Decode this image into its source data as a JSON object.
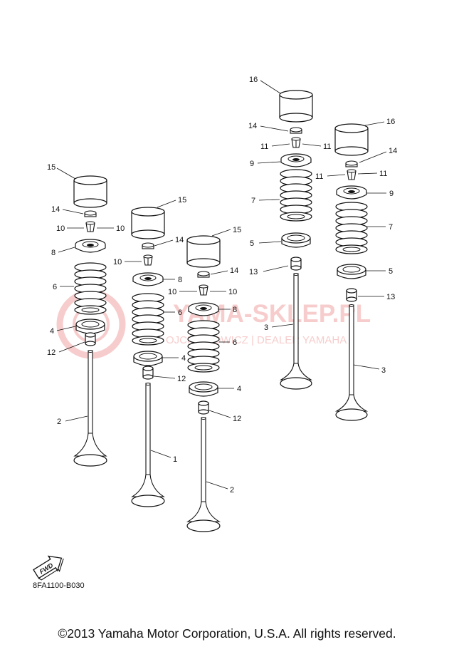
{
  "watermark": {
    "line1": "YAMA-SKLEP.PL",
    "line2": "OJCIECHOWICZ | DEALER YAMAHA",
    "color": "#f2a4a4"
  },
  "badge": {
    "text": "FWD"
  },
  "diagram_code": "8FA1100-B030",
  "copyright": "©2013 Yamaha Motor Corporation, U.S.A. All rights reserved.",
  "callouts": {
    "c1_15": "15",
    "c1_14": "14",
    "c1_10a": "10",
    "c1_10b": "10",
    "c1_8": "8",
    "c1_6": "6",
    "c1_4": "4",
    "c1_12": "12",
    "c1_2": "2",
    "c2_15": "15",
    "c2_14": "14",
    "c2_10": "10",
    "c2_8": "8",
    "c2_6": "6",
    "c2_4": "4",
    "c2_12": "12",
    "c2_1": "1",
    "c3_15": "15",
    "c3_14": "14",
    "c3_10a": "10",
    "c3_10b": "10",
    "c3_8": "8",
    "c3_6": "6",
    "c3_4": "4",
    "c3_12": "12",
    "c3_2": "2",
    "c4_16": "16",
    "c4_14": "14",
    "c4_11a": "11",
    "c4_11b": "11",
    "c4_9": "9",
    "c4_7": "7",
    "c4_5": "5",
    "c4_13": "13",
    "c4_3": "3",
    "c5_16": "16",
    "c5_14": "14",
    "c5_11a": "11",
    "c5_11b": "11",
    "c5_9": "9",
    "c5_7": "7",
    "c5_5": "5",
    "c5_13": "13",
    "c5_3": "3"
  }
}
